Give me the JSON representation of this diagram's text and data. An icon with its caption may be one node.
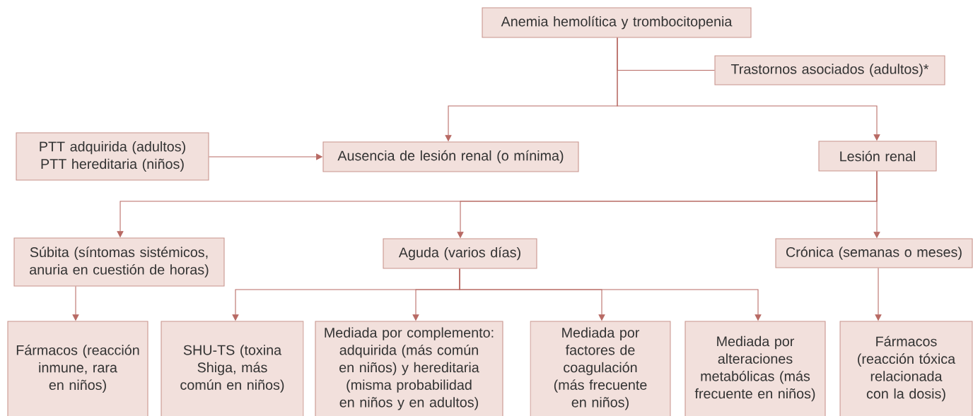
{
  "diagram": {
    "nodes": [
      {
        "text": [
          "Anemia hemolítica y trombocitopenia"
        ]
      },
      {
        "text": [
          "Trastornos asociados (adultos)*"
        ]
      },
      {
        "text": [
          "PTT adquirida (adultos) PTT hereditaria (niños)"
        ]
      },
      {
        "text": [
          "Ausencia de lesión renal (o mínima)"
        ]
      },
      {
        "text": [
          "Lesión renal"
        ]
      },
      {
        "text": [
          "Súbita (síntomas sistémicos, anuria en cuestión de horas)"
        ]
      },
      {
        "text": [
          "Aguda (varios días)"
        ]
      },
      {
        "text": [
          "Crónica (semanas o meses)"
        ]
      },
      {
        "text": [
          "Fármacos (reacción inmune, rara en niños)"
        ]
      },
      {
        "text": [
          "SHU-TS (toxina Shiga, más común en niños)"
        ]
      },
      {
        "text": [
          "Mediada por complemento: adquirida (más común en niños) y hereditaria (misma probabilidad en niños y en adultos)"
        ]
      },
      {
        "text": [
          "Mediada por factores de coagulación (más frecuente en niños)"
        ]
      },
      {
        "text": [
          "Mediada por alteraciones metabólicas (más frecuente en niños)"
        ]
      },
      {
        "text": [
          "Fármacos (reacción tóxica relacionada con la dosis)"
        ]
      }
    ],
    "edges": [
      {
        "from": 0,
        "to": 1,
        "arrow": "none"
      },
      {
        "from": 0,
        "to": 3,
        "arrow": "to"
      },
      {
        "from": 0,
        "to": 4,
        "arrow": "to"
      },
      {
        "from": 2,
        "to": 3,
        "arrow": "to"
      },
      {
        "from": 4,
        "to": 5,
        "arrow": "to"
      },
      {
        "from": 4,
        "to": 6,
        "arrow": "to"
      },
      {
        "from": 4,
        "to": 7,
        "arrow": "to"
      },
      {
        "from": 5,
        "to": 8,
        "arrow": "to"
      },
      {
        "from": 6,
        "to": 9,
        "arrow": "to"
      },
      {
        "from": 6,
        "to": 10,
        "arrow": "to"
      },
      {
        "from": 6,
        "to": 11,
        "arrow": "to"
      },
      {
        "from": 6,
        "to": 12,
        "arrow": "to"
      },
      {
        "from": 7,
        "to": 13,
        "arrow": "to"
      }
    ]
  }
}
